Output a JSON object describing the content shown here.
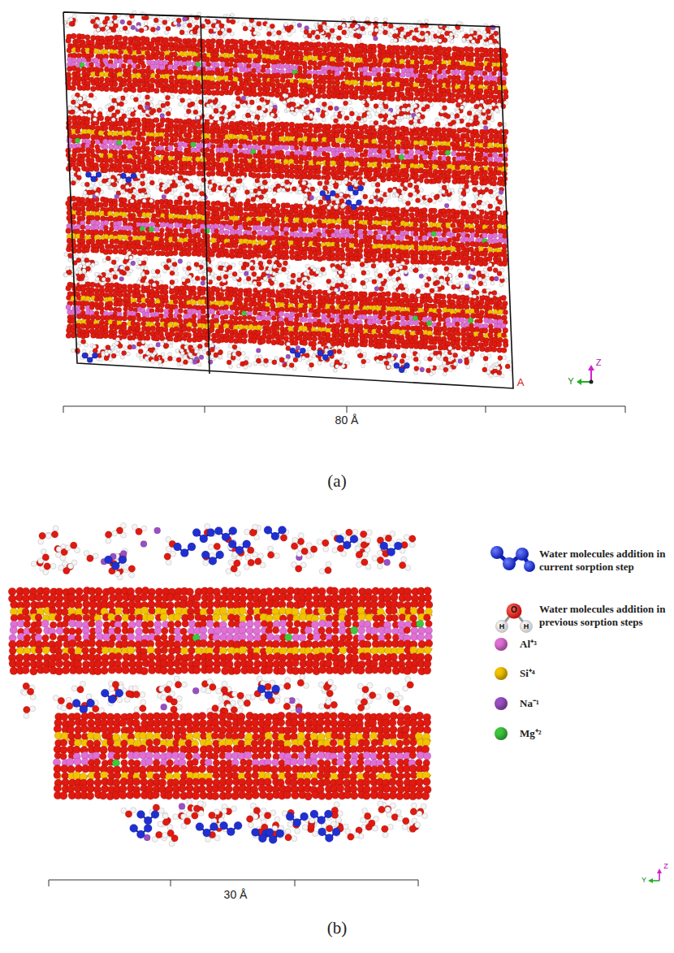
{
  "diagram": {
    "labels": [
      "80 Å",
      "(a)",
      "Z",
      "Y",
      "A",
      "O",
      "H",
      "H",
      "30 Å",
      "(b)",
      "Z",
      "Y"
    ],
    "legend": [
      {
        "text": "Water molecules addition in current sorption step"
      },
      {
        "text": "Water molecules addition in previous sorption steps"
      },
      {
        "text": "Al⁺³",
        "color": "#e06fd6"
      },
      {
        "text": "Si⁺⁴",
        "color": "#f2c300"
      },
      {
        "text": "Na⁻¹",
        "color": "#9a4fc4"
      },
      {
        "text": "Mg⁺²",
        "color": "#3ec83e"
      }
    ]
  }
}
